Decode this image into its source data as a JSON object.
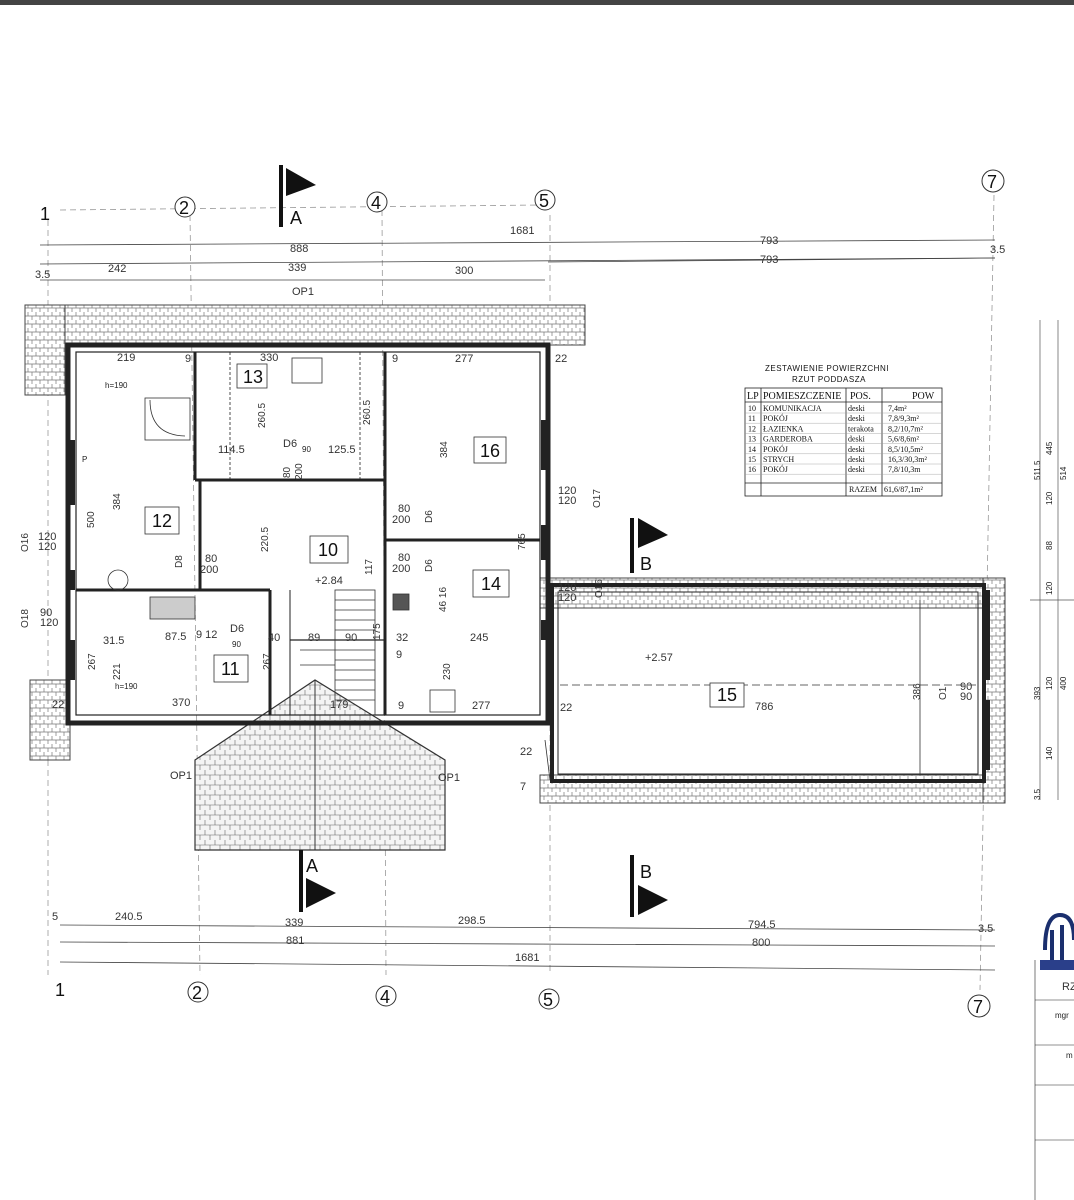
{
  "axes_top": [
    "1",
    "2",
    "4",
    "5",
    "7"
  ],
  "axes_bottom": [
    "1",
    "2",
    "4",
    "5",
    "7"
  ],
  "sections": {
    "a": "A",
    "b": "B"
  },
  "top_dims": {
    "total": "1681",
    "d888": "888",
    "d793a": "793",
    "d793b": "793",
    "d242": "242",
    "d339": "339",
    "d300": "300",
    "d35": "3.5",
    "d35r": "3.5"
  },
  "bottom_dims": {
    "d5": "5",
    "d2405": "240.5",
    "d339": "339",
    "d2985": "298.5",
    "d881": "881",
    "d1681": "1681",
    "d7945": "794.5",
    "d800": "800",
    "d35": "3.5"
  },
  "rooms": {
    "r10": "10",
    "r11": "11",
    "r12": "12",
    "r13": "13",
    "r14": "14",
    "r15": "15",
    "r16": "16"
  },
  "labels": {
    "op1_top": "OP1",
    "op1_left": "OP1",
    "op1_right": "OP1",
    "d219": "219",
    "d330": "330",
    "d277a": "277",
    "d22a": "22",
    "d9a": "9",
    "d9b": "9",
    "h190a": "h=190",
    "h190b": "h=190",
    "d1145": "114.5",
    "d1255": "125.5",
    "d2605a": "260.5",
    "d2605b": "260.5",
    "d6a": "D6",
    "d90a": "90",
    "d80a": "80",
    "d200a": "200",
    "d384a": "384",
    "d384b": "384",
    "d500": "500",
    "d2205": "220.5",
    "d8020a": "80",
    "d8020b": "200",
    "d6b": "D6",
    "d8020c": "80",
    "d8020d": "200",
    "d6c": "D6",
    "d8": "D8",
    "d80b": "80",
    "d200b": "200",
    "lvl284": "+2.84",
    "lvl257": "+2.57",
    "d117": "117",
    "d765": "765",
    "d315": "31.5",
    "d875": "87.5",
    "d912": "9 12",
    "d6d": "D6",
    "d90b": "90",
    "d40": "40",
    "d89": "89",
    "d90c": "90",
    "d175": "175",
    "d32": "32",
    "d9c": "9",
    "d245": "245",
    "d267a": "267",
    "d267b": "267",
    "d221": "221",
    "d370": "370",
    "d179": "179",
    "d9d": "9",
    "d277b": "277",
    "d22b": "22",
    "d230": "230",
    "d4616": "46 16",
    "d22c": "22",
    "d786": "786",
    "d386": "386",
    "o16": "O16",
    "o16v": "120\n120",
    "o18": "O18",
    "o18v": "90\n120",
    "o17": "O17",
    "o17v": "120\n120",
    "o16b": "O16",
    "o16bv": "120\n120",
    "o1": "O1",
    "o1v": "90\n90",
    "p": "P",
    "d22d": "22",
    "d7": "7"
  },
  "table": {
    "title1": "ZESTAWIENIE POWIERZCHNI",
    "title2": "RZUT PODDASZA",
    "headers": [
      "LP",
      "POMIESZCZENIE",
      "POS.",
      "POW"
    ],
    "rows": [
      [
        "10",
        "KOMUNIKACJA",
        "deski",
        "7,4m²"
      ],
      [
        "11",
        "POKÓJ",
        "deski",
        "7,8/9,3m²"
      ],
      [
        "12",
        "ŁAZIENKA",
        "terakota",
        "8,2/10,7m²"
      ],
      [
        "13",
        "GARDEROBA",
        "deski",
        "5,6/8,6m²"
      ],
      [
        "14",
        "POKÓJ",
        "deski",
        "8,5/10,5m²"
      ],
      [
        "15",
        "STRYCH",
        "deski",
        "16,3/30,3m²"
      ],
      [
        "16",
        "POKÓJ",
        "deski",
        "7,8/10,3m"
      ]
    ],
    "total_label": "RAZEM",
    "total_value": "61,6/87,1m²"
  },
  "right_dims": [
    "511.5",
    "445",
    "120",
    "514",
    "88",
    "120",
    "393",
    "120",
    "400",
    "140",
    "3.5"
  ],
  "titleblock": {
    "rz": "RZ",
    "mgr": "mgr",
    "m": "m"
  }
}
